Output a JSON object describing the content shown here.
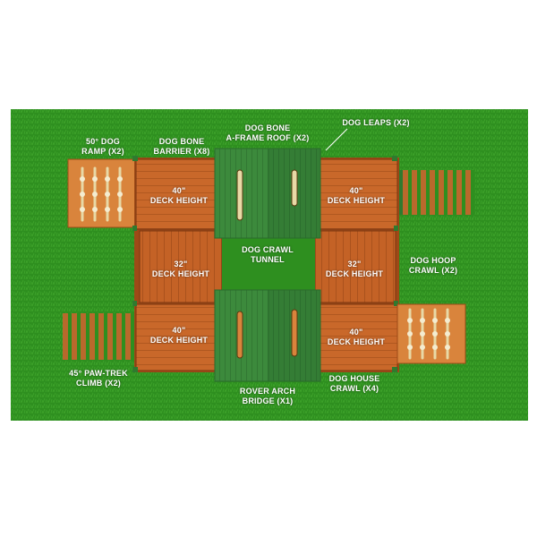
{
  "colors": {
    "grass": "#2e8f1f",
    "grass_light": "#3da42a",
    "deck": "#c9682a",
    "deck_dark": "#9e4a17",
    "deck_edge": "#7a3610",
    "roof_green": "#3c8a3c",
    "roof_green_dark": "#2d6e2f",
    "ramp": "#d9843c",
    "rung": "#e8d9a6",
    "background": "#ffffff",
    "label_text": "#ffffff"
  },
  "labels": {
    "dog_ramp": {
      "line1": "50° DOG",
      "line2": "RAMP (X2)"
    },
    "dog_bone_barrier": {
      "line1": "DOG BONE",
      "line2": "BARRIER (X8)"
    },
    "dog_bone_roof": {
      "line1": "DOG BONE",
      "line2": "A-FRAME ROOF (X2)"
    },
    "dog_leaps": {
      "line1": "DOG LEAPS (X2)"
    },
    "deck_tl": {
      "line1": "40\"",
      "line2": "DECK HEIGHT"
    },
    "deck_tr": {
      "line1": "40\"",
      "line2": "DECK HEIGHT"
    },
    "dog_crawl_tunnel": {
      "line1": "DOG CRAWL",
      "line2": "TUNNEL"
    },
    "deck_ml": {
      "line1": "32\"",
      "line2": "DECK HEIGHT"
    },
    "deck_mr": {
      "line1": "32\"",
      "line2": "DECK HEIGHT"
    },
    "dog_hoop_crawl": {
      "line1": "DOG HOOP",
      "line2": "CRAWL (X2)"
    },
    "deck_bl": {
      "line1": "40\"",
      "line2": "DECK HEIGHT"
    },
    "deck_br": {
      "line1": "40\"",
      "line2": "DECK HEIGHT"
    },
    "paw_trek_climb": {
      "line1": "45° PAW-TREK",
      "line2": "CLIMB (X2)"
    },
    "rover_arch_bridge": {
      "line1": "ROVER ARCH",
      "line2": "BRIDGE (X1)"
    },
    "dog_house_crawl": {
      "line1": "DOG HOUSE",
      "line2": "CRAWL (X4)"
    }
  }
}
